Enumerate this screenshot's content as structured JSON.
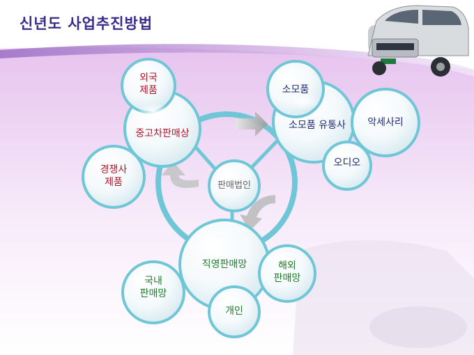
{
  "title": "신년도 사업추진방법",
  "center": "판매법인",
  "clusters": {
    "used_dealer": {
      "main": "중고차판매상",
      "foreign": [
        "외국",
        "제품"
      ],
      "competitor": [
        "경쟁사",
        "제품"
      ]
    },
    "supplies": {
      "main": "소모품 유통사",
      "top": "소모품",
      "accessory": "악세사리",
      "audio": "오디오"
    },
    "direct": {
      "main": "직영판매망",
      "domestic": [
        "국내",
        "판매망"
      ],
      "overseas": [
        "해외",
        "판매망"
      ],
      "individual": "개인"
    }
  },
  "colors": {
    "title": "#3a2a8c",
    "ring": "#6ec6d6",
    "red_text": "#b0152a",
    "navy_text": "#1f2a70",
    "green_text": "#1f7a2a",
    "band": "#c9a6dc"
  }
}
